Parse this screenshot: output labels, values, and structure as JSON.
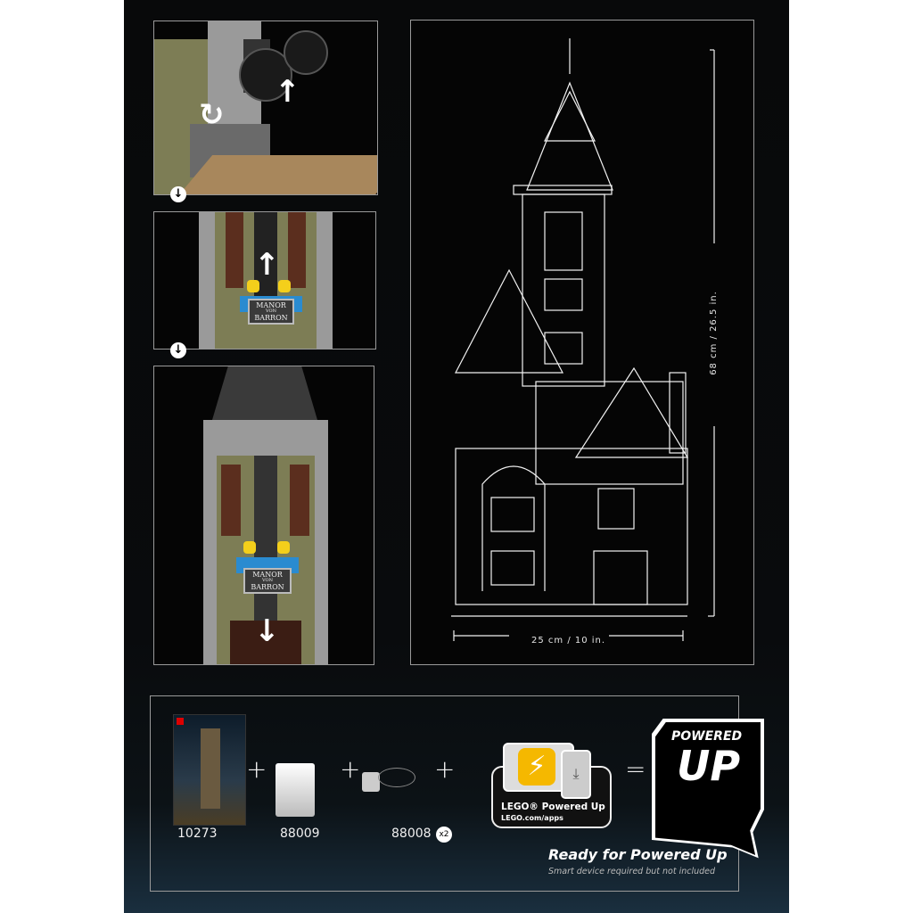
{
  "panels": {
    "step1": {
      "step_icon": "arrow-down-circle-icon",
      "arrows": [
        "rotate-arrow",
        "up-arrow"
      ]
    },
    "step2": {
      "step_icon": "arrow-down-circle-icon",
      "arrows": [
        "up-arrow"
      ],
      "sign": {
        "line1": "MANOR",
        "line2": "VON",
        "line3": "BARRON"
      }
    },
    "step3": {
      "arrows": [
        "down-arrow"
      ],
      "sign": {
        "line1": "MANOR",
        "line2": "VON",
        "line3": "BARRON"
      }
    }
  },
  "blueprint": {
    "height_label": "68 cm / 26.5 in.",
    "width_label": "25 cm / 10 in."
  },
  "bottom": {
    "items": [
      {
        "code": "10273",
        "icon": "set-box"
      },
      {
        "code": "88009",
        "icon": "hub"
      },
      {
        "code": "88008",
        "icon": "motor",
        "quantity": "x2"
      }
    ],
    "plus": "+",
    "equals": "=",
    "app": {
      "title": "LEGO® Powered Up",
      "url": "LEGO.com/apps"
    },
    "logo": {
      "line1": "POWERED",
      "line2": "UP"
    },
    "ready_title": "Ready for Powered Up",
    "ready_note": "Smart device required but not included"
  },
  "colors": {
    "background": "#08090a",
    "frame": "#9a9a9a",
    "app_yellow": "#f5b800"
  }
}
